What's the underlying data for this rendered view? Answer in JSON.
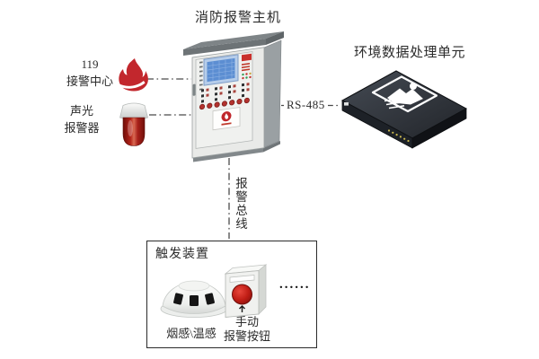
{
  "labels": {
    "main_unit": "消防报警主机",
    "call_center_line1": "119",
    "call_center_line2": "接警中心",
    "sounder_line1": "声光",
    "sounder_line2": "报警器",
    "env_unit": "环境数据处理单元",
    "rs485": "RS-485",
    "alarm_bus_chars": [
      "报",
      "警",
      "总",
      "线"
    ],
    "trigger_box_title": "触发装置",
    "detector": "烟感\\温感",
    "manual_line1": "手动",
    "manual_line2": "报警按钮",
    "ellipsis": "......"
  },
  "colors": {
    "flame_red": "#c2272d",
    "siren_red": "#b5241a",
    "alarm_red": "#c0262b",
    "lcd_blue": "#5c8ed2",
    "device_dark": "#1d2127",
    "cabinet_gray": "#7e8487",
    "line_gray": "#4a4a4a",
    "text_dark": "#2b2b2b"
  }
}
